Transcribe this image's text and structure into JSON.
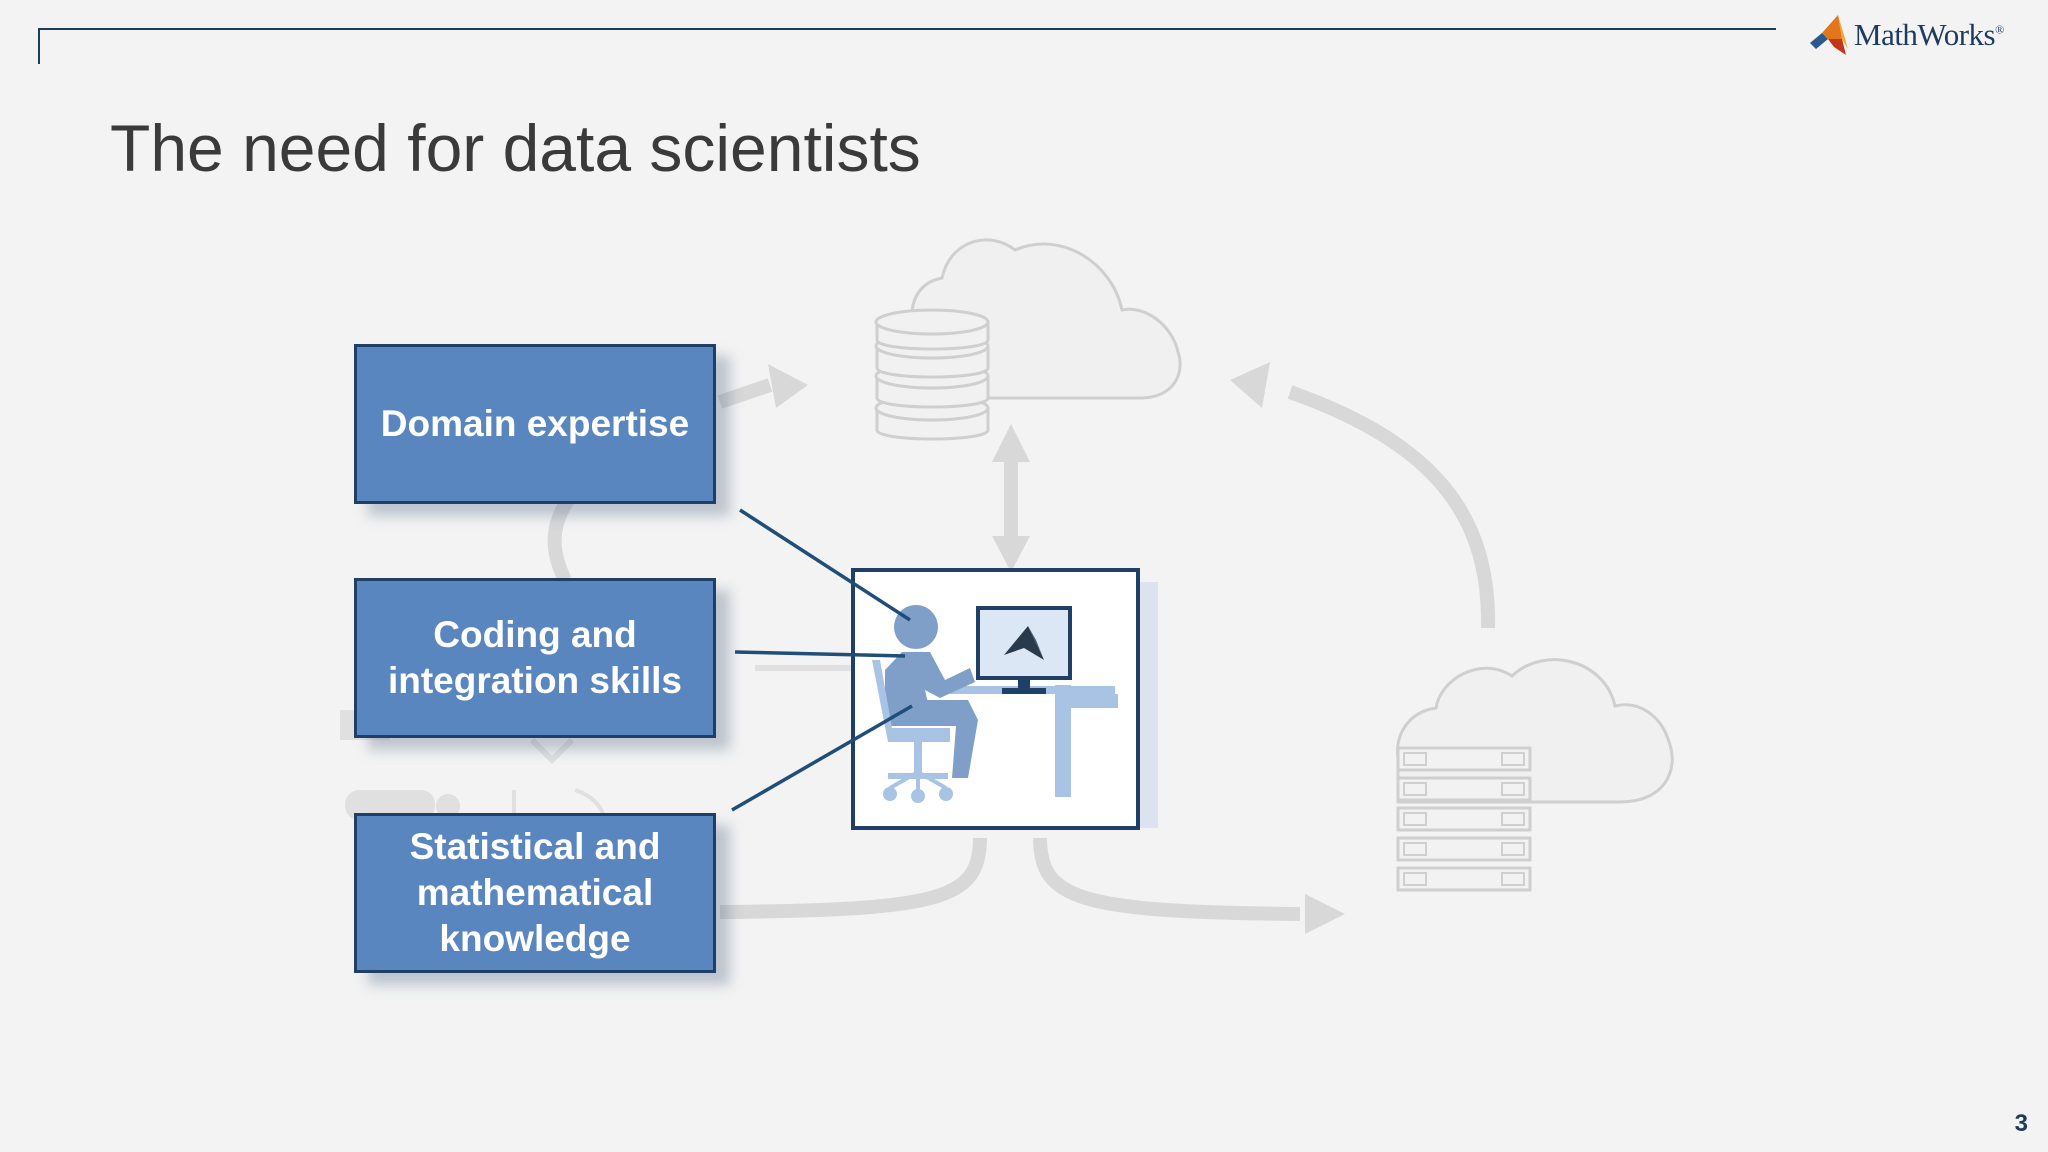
{
  "header": {
    "logo_text": "MathWorks",
    "logo_trademark": "®"
  },
  "title": "The need for data scientists",
  "skills": [
    {
      "label": "Domain expertise"
    },
    {
      "label": "Coding and integration skills"
    },
    {
      "label": "Statistical and mathematical knowledge"
    }
  ],
  "page_number": "3",
  "colors": {
    "box_fill": "#5a86bf",
    "box_border": "#1f3f66",
    "connector": "#1f4e79",
    "faded_gray": "#d6d6d6",
    "person": "#7f9fc9",
    "title_text": "#3a3a3a"
  }
}
